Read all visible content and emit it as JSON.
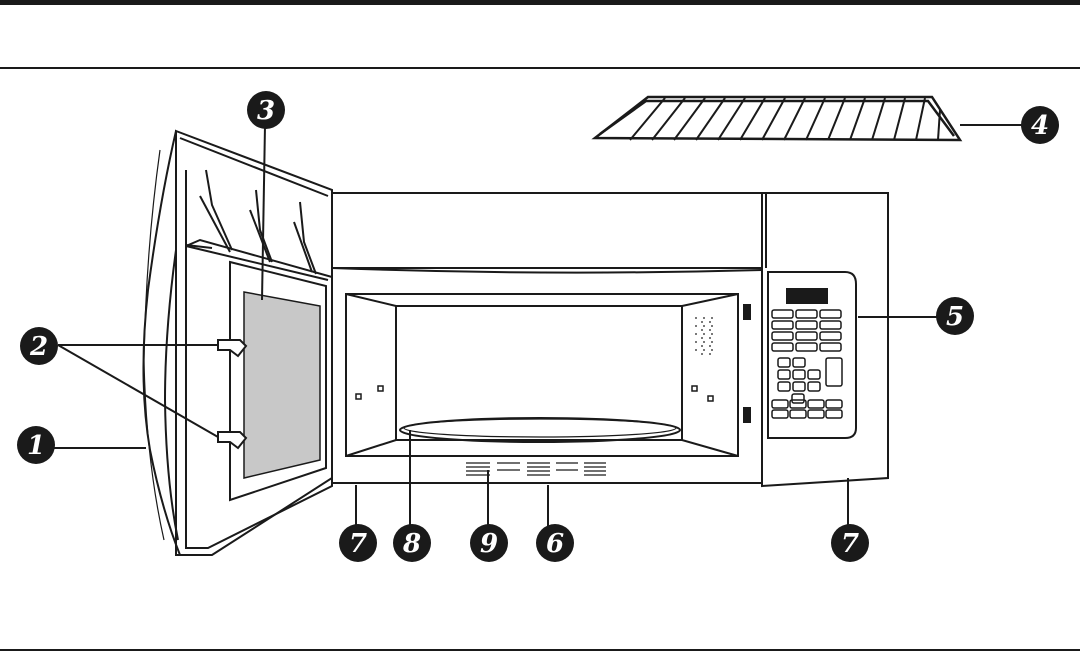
{
  "colors": {
    "ink": "#1a1a1a",
    "glass": "#c8c8c8",
    "paper": "#ffffff"
  },
  "callouts": [
    {
      "id": "door",
      "label": "1"
    },
    {
      "id": "door-latches",
      "label": "2"
    },
    {
      "id": "window",
      "label": "3"
    },
    {
      "id": "rack",
      "label": "4"
    },
    {
      "id": "control-panel",
      "label": "5"
    },
    {
      "id": "vent-grille",
      "label": "6"
    },
    {
      "id": "cooktop-lights",
      "label": "7"
    },
    {
      "id": "turntable",
      "label": "8"
    },
    {
      "id": "label-plate",
      "label": "9"
    }
  ]
}
